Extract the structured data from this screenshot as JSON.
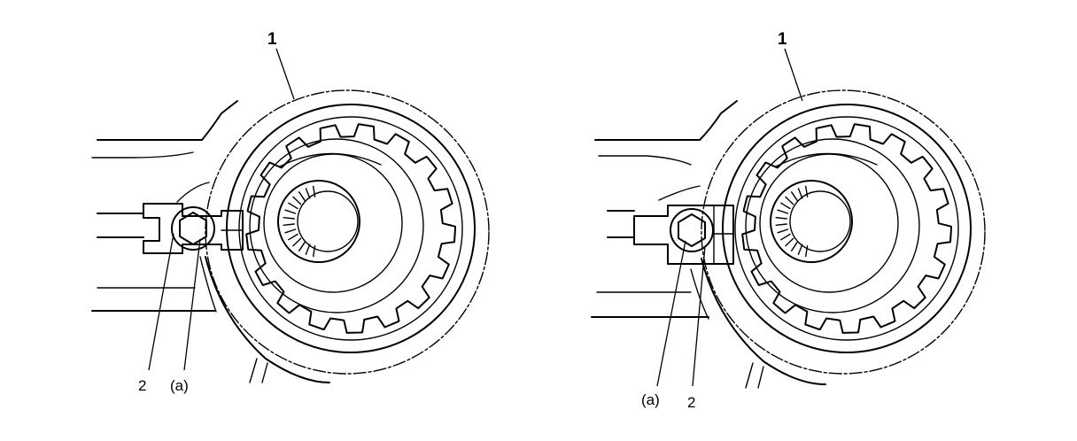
{
  "figure": {
    "left": {
      "callout_1": "1",
      "callout_2": "2",
      "callout_a": "(a)"
    },
    "right": {
      "callout_1": "1",
      "callout_2": "2",
      "callout_a": "(a)"
    }
  }
}
